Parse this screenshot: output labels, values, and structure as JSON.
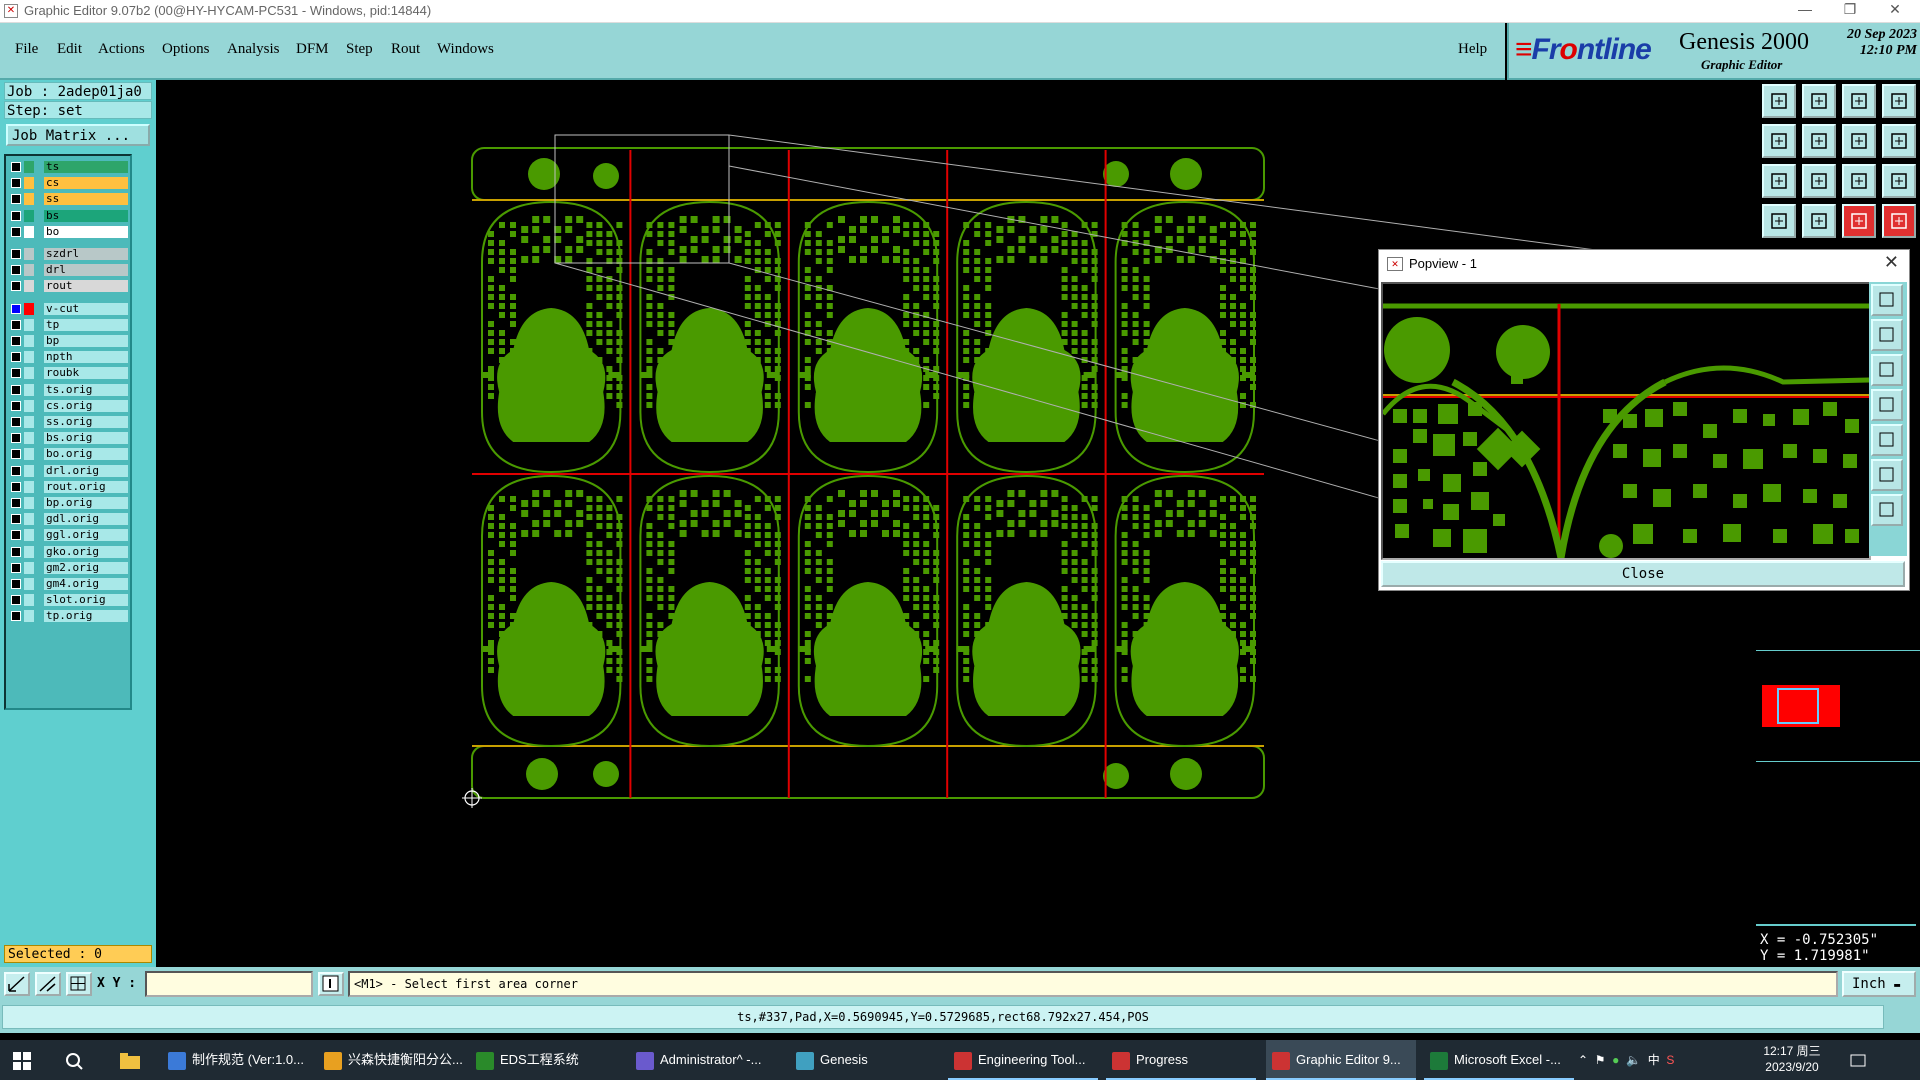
{
  "window": {
    "title": "Graphic Editor 9.07b2 (00@HY-HYCAM-PC531 - Windows, pid:14844)",
    "controls": [
      "—",
      "❐",
      "✕"
    ]
  },
  "menu": {
    "items": [
      {
        "id": "file",
        "label": "File"
      },
      {
        "id": "edit",
        "label": "Edit"
      },
      {
        "id": "actions",
        "label": "Actions"
      },
      {
        "id": "options",
        "label": "Options"
      },
      {
        "id": "analysis",
        "label": "Analysis"
      },
      {
        "id": "dfm",
        "label": "DFM"
      },
      {
        "id": "step",
        "label": "Step"
      },
      {
        "id": "rout",
        "label": "Rout"
      },
      {
        "id": "windows",
        "label": "Windows"
      }
    ],
    "help": "Help"
  },
  "brand": {
    "logo_left": "Fr",
    "logo_o": "o",
    "logo_right": "ntline",
    "product": "Genesis 2000",
    "subtitle": "Graphic Editor",
    "date_line": "20 Sep 2023",
    "time_line": "12:10 PM"
  },
  "job": {
    "job_line": "Job : 2adep01ja0",
    "step_line": "Step: set",
    "matrix_button": "Job Matrix ..."
  },
  "layers": [
    {
      "name": "ts",
      "color": "#2ea56a",
      "box": "#2ea56a",
      "checked": false
    },
    {
      "name": "cs",
      "color": "#ffc040",
      "box": "#ffc040",
      "checked": false
    },
    {
      "name": "ss",
      "color": "#ffc040",
      "box": "#ffc040",
      "checked": false
    },
    {
      "name": "bs",
      "color": "#1ca57a",
      "box": "#1ca57a",
      "checked": false
    },
    {
      "name": "bo",
      "color": "#ffffff",
      "box": "#ffffff",
      "checked": false
    },
    {
      "name": "szdrl",
      "color": "#b8c8c8",
      "box": "#b8c8c8",
      "checked": false
    },
    {
      "name": "drl",
      "color": "#b8c8c8",
      "box": "#b8c8c8",
      "checked": false
    },
    {
      "name": "rout",
      "color": "#d8d8d8",
      "box": "#d8d8d8",
      "checked": false
    },
    {
      "name": "v-cut",
      "color": "#a8e8e8",
      "box": "#ff0000",
      "checked": true
    },
    {
      "name": "tp",
      "color": "#a8e8e8",
      "box": "#a8e8e8",
      "checked": false
    },
    {
      "name": "bp",
      "color": "#a8e8e8",
      "box": "#a8e8e8",
      "checked": false
    },
    {
      "name": "npth",
      "color": "#a8e8e8",
      "box": "#a8e8e8",
      "checked": false
    },
    {
      "name": "roubk",
      "color": "#a8e8e8",
      "box": "#a8e8e8",
      "checked": false
    },
    {
      "name": "ts.orig",
      "color": "#a8e8e8",
      "box": "#a8e8e8",
      "checked": false
    },
    {
      "name": "cs.orig",
      "color": "#a8e8e8",
      "box": "#a8e8e8",
      "checked": false
    },
    {
      "name": "ss.orig",
      "color": "#a8e8e8",
      "box": "#a8e8e8",
      "checked": false
    },
    {
      "name": "bs.orig",
      "color": "#a8e8e8",
      "box": "#a8e8e8",
      "checked": false
    },
    {
      "name": "bo.orig",
      "color": "#a8e8e8",
      "box": "#a8e8e8",
      "checked": false
    },
    {
      "name": "drl.orig",
      "color": "#a8e8e8",
      "box": "#a8e8e8",
      "checked": false
    },
    {
      "name": "rout.orig",
      "color": "#a8e8e8",
      "box": "#a8e8e8",
      "checked": false
    },
    {
      "name": "bp.orig",
      "color": "#a8e8e8",
      "box": "#a8e8e8",
      "checked": false
    },
    {
      "name": "gdl.orig",
      "color": "#a8e8e8",
      "box": "#a8e8e8",
      "checked": false
    },
    {
      "name": "ggl.orig",
      "color": "#a8e8e8",
      "box": "#a8e8e8",
      "checked": false
    },
    {
      "name": "gko.orig",
      "color": "#a8e8e8",
      "box": "#a8e8e8",
      "checked": false
    },
    {
      "name": "gm2.orig",
      "color": "#a8e8e8",
      "box": "#a8e8e8",
      "checked": false
    },
    {
      "name": "gm4.orig",
      "color": "#a8e8e8",
      "box": "#a8e8e8",
      "checked": false
    },
    {
      "name": "slot.orig",
      "color": "#a8e8e8",
      "box": "#a8e8e8",
      "checked": false
    },
    {
      "name": "tp.orig",
      "color": "#a8e8e8",
      "box": "#a8e8e8",
      "checked": false
    }
  ],
  "selected": "Selected : 0",
  "popview": {
    "title": "Popview - 1",
    "close_button": "Close"
  },
  "coords": {
    "x_line": "X = -0.752305\"",
    "y_line": "Y =  1.719981\""
  },
  "command": {
    "xy_label": "X Y :",
    "xy_value": "",
    "prompt": "<M1> - Select first area corner",
    "unit": "Inch"
  },
  "status": "ts,#337,Pad,X=0.5690945,Y=0.5729685,rect68.792x27.454,POS",
  "colors": {
    "board_green": "#4a9a00",
    "vcut_red": "#e00000",
    "orange_line": "#c8a000",
    "panel_cyan": "#96d6d6"
  },
  "taskbar": {
    "tasks": [
      {
        "label": "制作规范 (Ver:1.0...",
        "icon": "#3b7ad8",
        "state": ""
      },
      {
        "label": "兴森快捷衡阳分公...",
        "icon": "#e8a020",
        "state": ""
      },
      {
        "label": "EDS工程系统",
        "icon": "#2a8a2a",
        "state": ""
      },
      {
        "label": "Administrator^ -...",
        "icon": "#6a5acd",
        "state": ""
      },
      {
        "label": "Genesis",
        "icon": "#40a0c0",
        "state": ""
      },
      {
        "label": "Engineering Tool...",
        "icon": "#cc3333",
        "state": "open"
      },
      {
        "label": "Progress",
        "icon": "#cc3333",
        "state": "open"
      },
      {
        "label": "Graphic Editor 9...",
        "icon": "#cc3333",
        "state": "active"
      },
      {
        "label": "Microsoft Excel -...",
        "icon": "#1d7a3a",
        "state": "open"
      }
    ],
    "ime": "中",
    "time": "12:17 周三",
    "date": "2023/9/20"
  }
}
